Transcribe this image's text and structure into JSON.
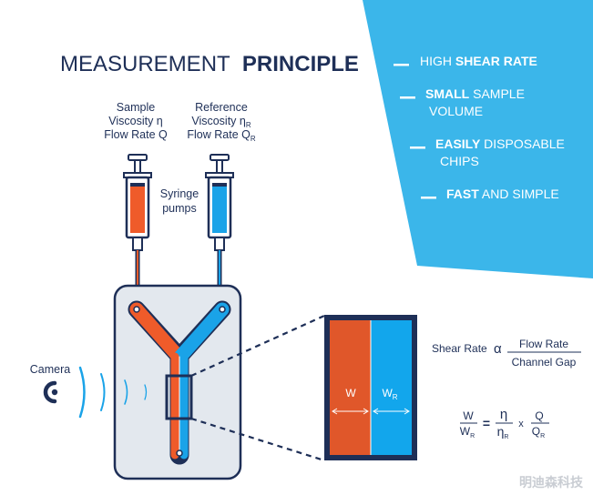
{
  "title": {
    "light": "MEASUREMENT",
    "bold": "PRINCIPLE"
  },
  "features": [
    {
      "bold_first": false,
      "pre": "HIGH",
      "bold": "SHEAR RATE",
      "post": "",
      "line2": ""
    },
    {
      "bold_first": true,
      "pre": "",
      "bold": "SMALL",
      "post": "SAMPLE",
      "line2": "VOLUME"
    },
    {
      "bold_first": true,
      "pre": "",
      "bold": "EASILY",
      "post": "DISPOSABLE",
      "line2": "CHIPS"
    },
    {
      "bold_first": true,
      "pre": "",
      "bold": "FAST",
      "post": "AND SIMPLE",
      "line2": ""
    }
  ],
  "sample": {
    "line1": "Sample",
    "line2": "Viscosity η",
    "line3": "Flow Rate Q"
  },
  "reference": {
    "line1": "Reference",
    "line2": "Viscosity η",
    "line2_sub": "R",
    "line3": "Flow Rate Q",
    "line3_sub": "R"
  },
  "syringe_label": {
    "line1": "Syringe",
    "line2": "pumps"
  },
  "camera_label": "Camera",
  "channel": {
    "w": "W",
    "wr": "W",
    "wr_sub": "R"
  },
  "shear_formula": {
    "lhs": "Shear Rate",
    "prop": "α",
    "num": "Flow Rate",
    "den": "Channel Gap"
  },
  "ratio_formula": {
    "w_num": "W",
    "w_den": "W",
    "w_den_sub": "R",
    "eq": "=",
    "eta_num": "η",
    "eta_den": "η",
    "eta_den_sub": "R",
    "times": "x",
    "q_num": "Q",
    "q_den": "Q",
    "q_den_sub": "R"
  },
  "watermark": "明迪森科技",
  "colors": {
    "navy": "#1e2f57",
    "orange": "#ef5b2a",
    "blue": "#1aa3e8",
    "panel": "#3bb6ea",
    "chip": "#e3e8ee"
  }
}
